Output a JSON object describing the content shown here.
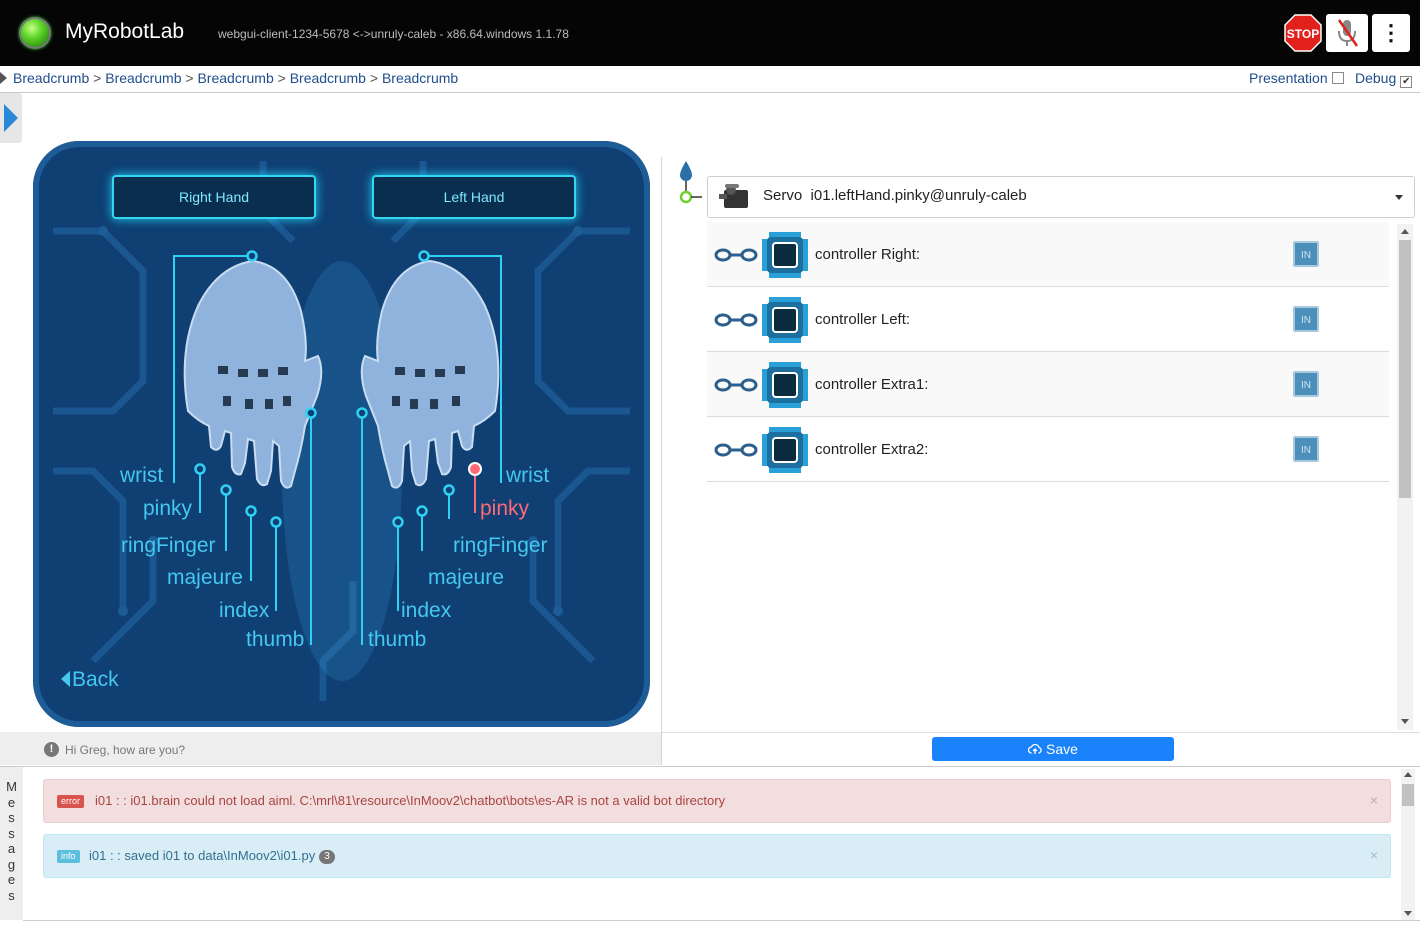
{
  "header": {
    "app_title": "MyRobotLab",
    "connection": "webgui-client-1234-5678 <->unruly-caleb - x86.64.windows 1.1.78",
    "stop_label": "STOP",
    "menu_glyph": "⋮",
    "status_color": "#3fbf1f"
  },
  "breadcrumb": {
    "items": [
      "Breadcrumb",
      "Breadcrumb",
      "Breadcrumb",
      "Breadcrumb",
      "Breadcrumb"
    ],
    "separator": ">",
    "presentation_label": "Presentation",
    "debug_label": "Debug",
    "debug_checked": "✔"
  },
  "hands": {
    "right_button": "Right Hand",
    "left_button": "Left Hand",
    "right_labels": {
      "wrist": "wrist",
      "pinky": "pinky",
      "ringFinger": "ringFinger",
      "majeure": "majeure",
      "index": "index",
      "thumb": "thumb"
    },
    "left_labels": {
      "wrist": "wrist",
      "pinky": "pinky",
      "ringFinger": "ringFinger",
      "majeure": "majeure",
      "index": "index",
      "thumb": "thumb"
    },
    "selected": "left-pinky",
    "back_label": "Back",
    "accent_color": "#45c8ef",
    "selected_color": "#ff6a78"
  },
  "chat": {
    "icon": "!",
    "text": "Hi Greg, how are you?"
  },
  "servo": {
    "type_label": "Servo",
    "name": "i01.leftHand.pinky@unruly-caleb",
    "controllers": [
      {
        "label": "controller Right:",
        "badge": "IN"
      },
      {
        "label": "controller Left:",
        "badge": "IN"
      },
      {
        "label": "controller Extra1:",
        "badge": "IN"
      },
      {
        "label": "controller Extra2:",
        "badge": "IN"
      }
    ],
    "save_label": "Save"
  },
  "messages": {
    "tab_label": [
      "M",
      "e",
      "s",
      "s",
      "a",
      "g",
      "e",
      "s"
    ],
    "items": [
      {
        "level": "error",
        "text": "i01 : : i01.brain could not load aiml. C:\\mrl\\81\\resource\\InMoov2\\chatbot\\bots\\es-AR is not a valid bot directory",
        "close": "×"
      },
      {
        "level": "info",
        "text": "i01 : : saved i01 to data\\InMoov2\\i01.py",
        "count": "3",
        "close": "×"
      }
    ]
  }
}
